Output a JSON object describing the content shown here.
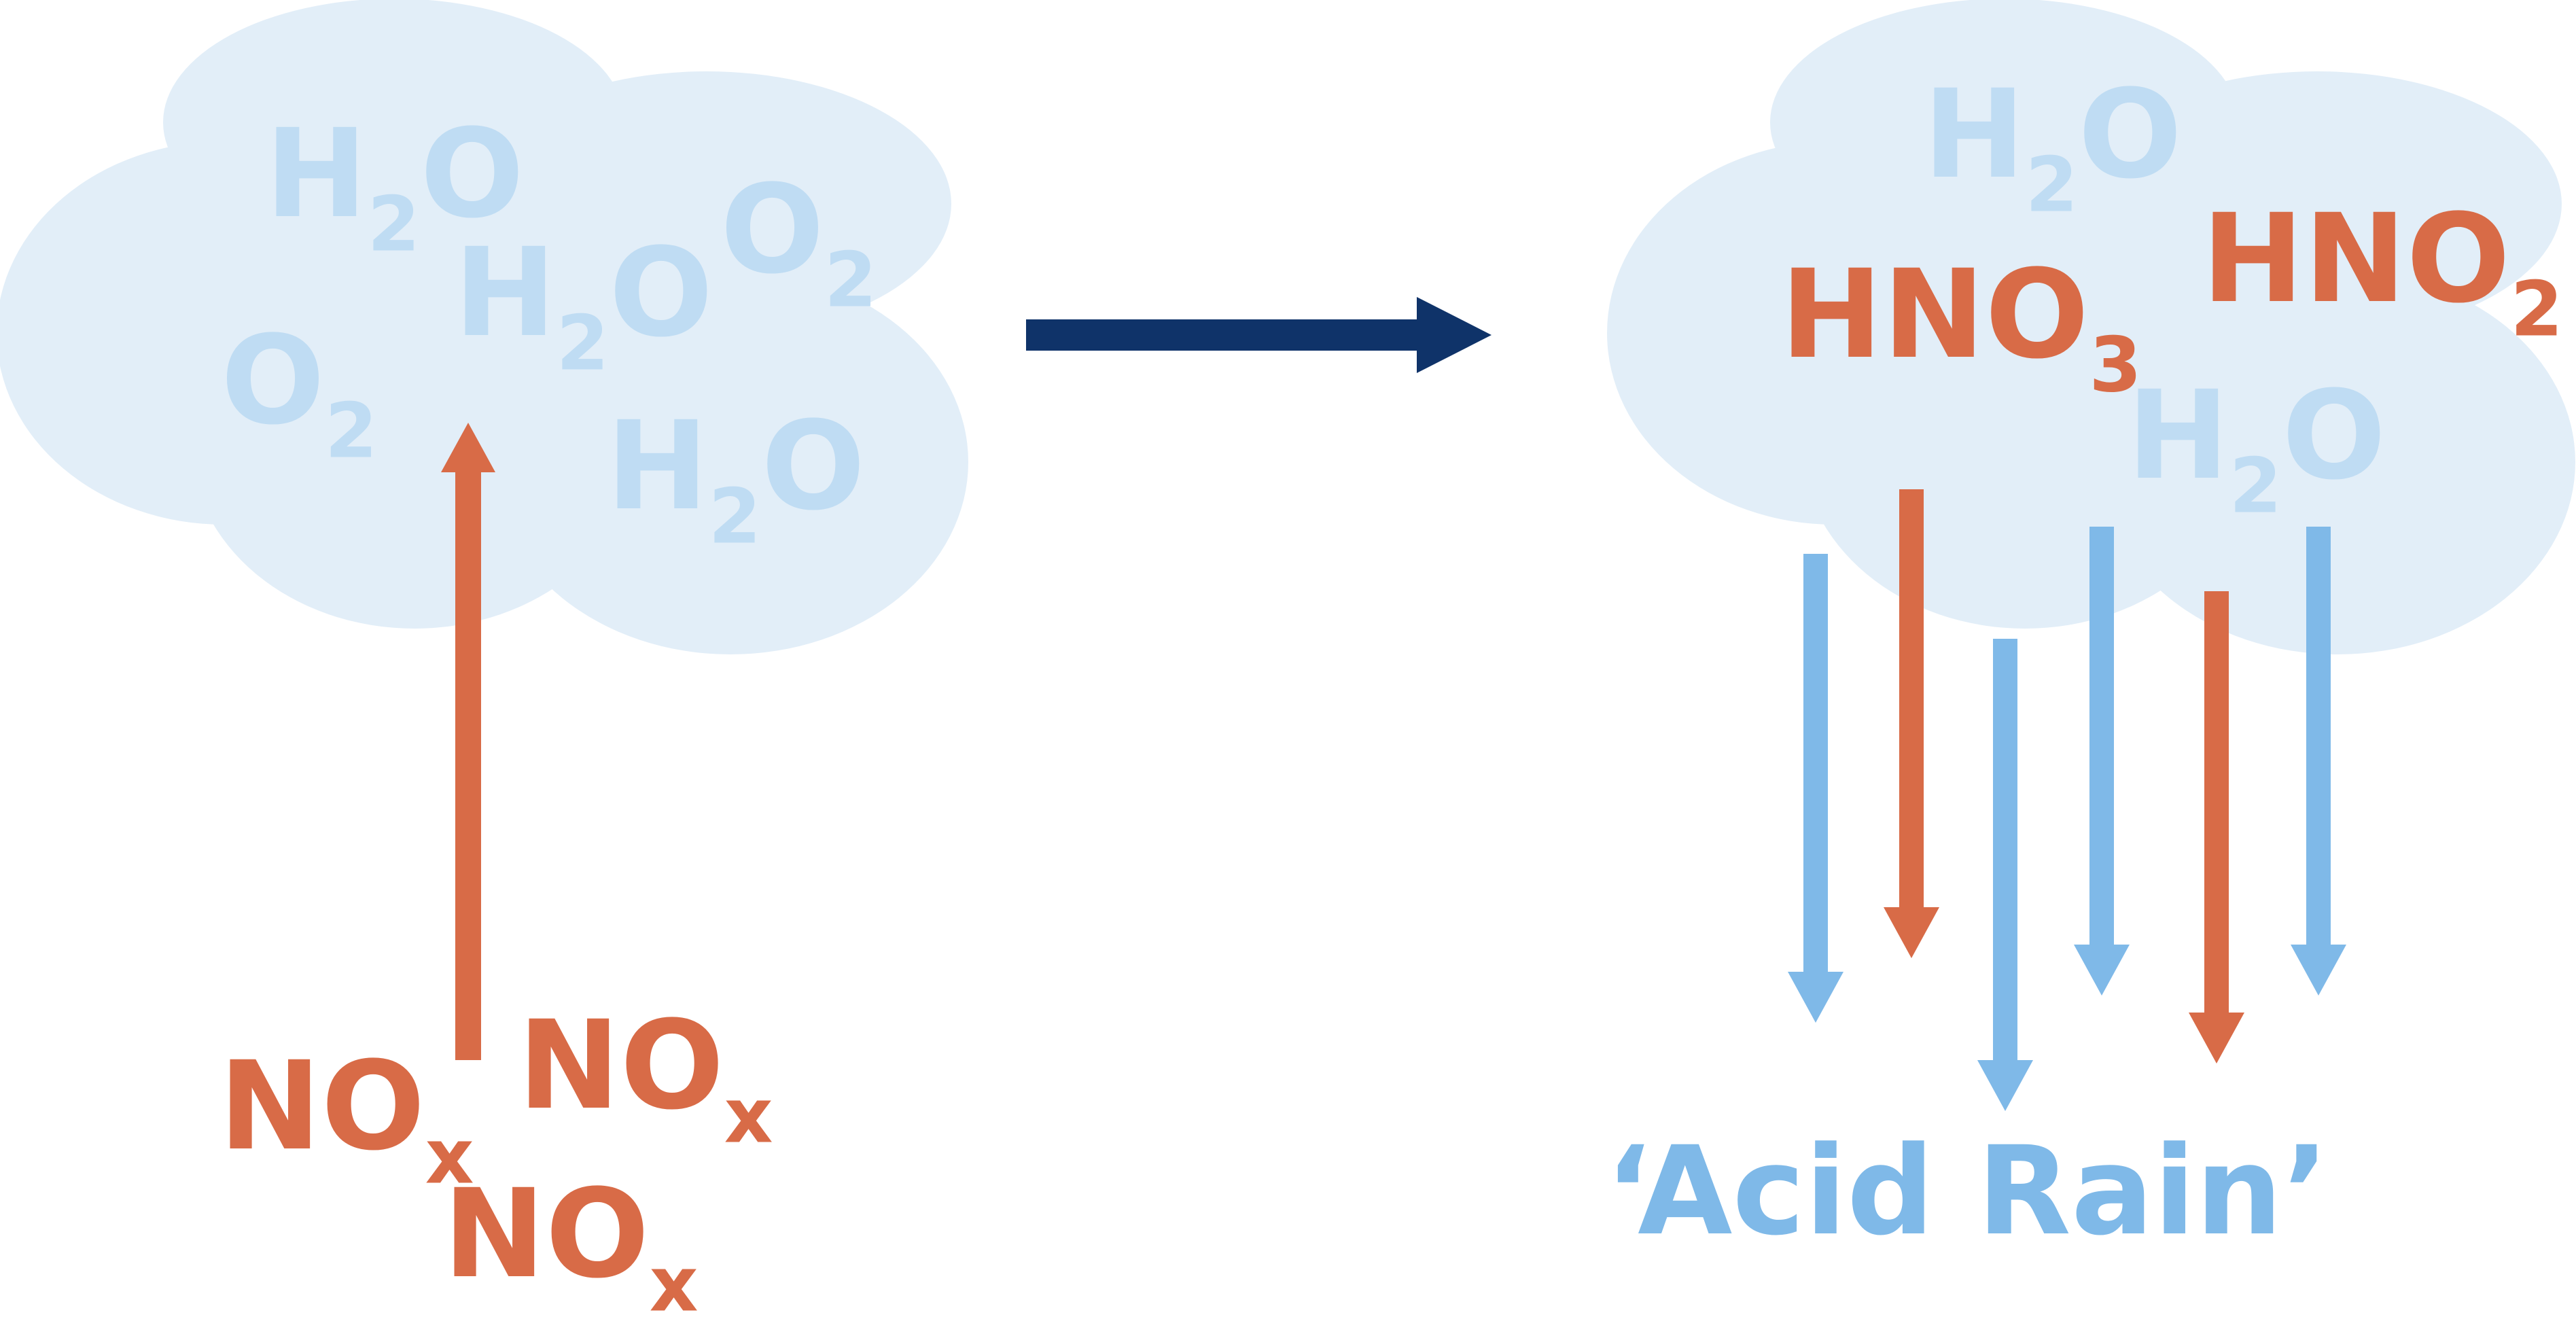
{
  "colors": {
    "cloud": "#e2eef8",
    "cloud_text": "#bfdcf3",
    "nox": "#d86b47",
    "acid": "#d86b47",
    "water_rain": "#7fb9e8",
    "main_arrow": "#0f3369"
  },
  "left_cloud": {
    "molecules": [
      {
        "base": "H",
        "sub": "2",
        "tail": "O"
      },
      {
        "base": "H",
        "sub": "2",
        "tail": "O"
      },
      {
        "base": "O",
        "sub": "2",
        "tail": ""
      },
      {
        "base": "O",
        "sub": "2",
        "tail": ""
      },
      {
        "base": "H",
        "sub": "2",
        "tail": "O"
      }
    ]
  },
  "emissions": [
    {
      "base": "NO",
      "sub": "x"
    },
    {
      "base": "NO",
      "sub": "x"
    },
    {
      "base": "NO",
      "sub": "x"
    }
  ],
  "right_cloud": {
    "molecules": [
      {
        "base": "H",
        "sub": "2",
        "tail": "O",
        "kind": "water"
      },
      {
        "base": "HNO",
        "sub": "3",
        "tail": "",
        "kind": "acid"
      },
      {
        "base": "HNO",
        "sub": "2",
        "tail": "",
        "kind": "acid"
      },
      {
        "base": "H",
        "sub": "2",
        "tail": "O",
        "kind": "water"
      }
    ]
  },
  "rain_arrows": [
    {
      "kind": "water"
    },
    {
      "kind": "acid"
    },
    {
      "kind": "water"
    },
    {
      "kind": "water"
    },
    {
      "kind": "acid"
    },
    {
      "kind": "water"
    }
  ],
  "caption": "‘Acid Rain’",
  "icons": [
    "cloud-icon",
    "arrow-up-icon",
    "arrow-right-icon",
    "arrow-down-icon"
  ]
}
